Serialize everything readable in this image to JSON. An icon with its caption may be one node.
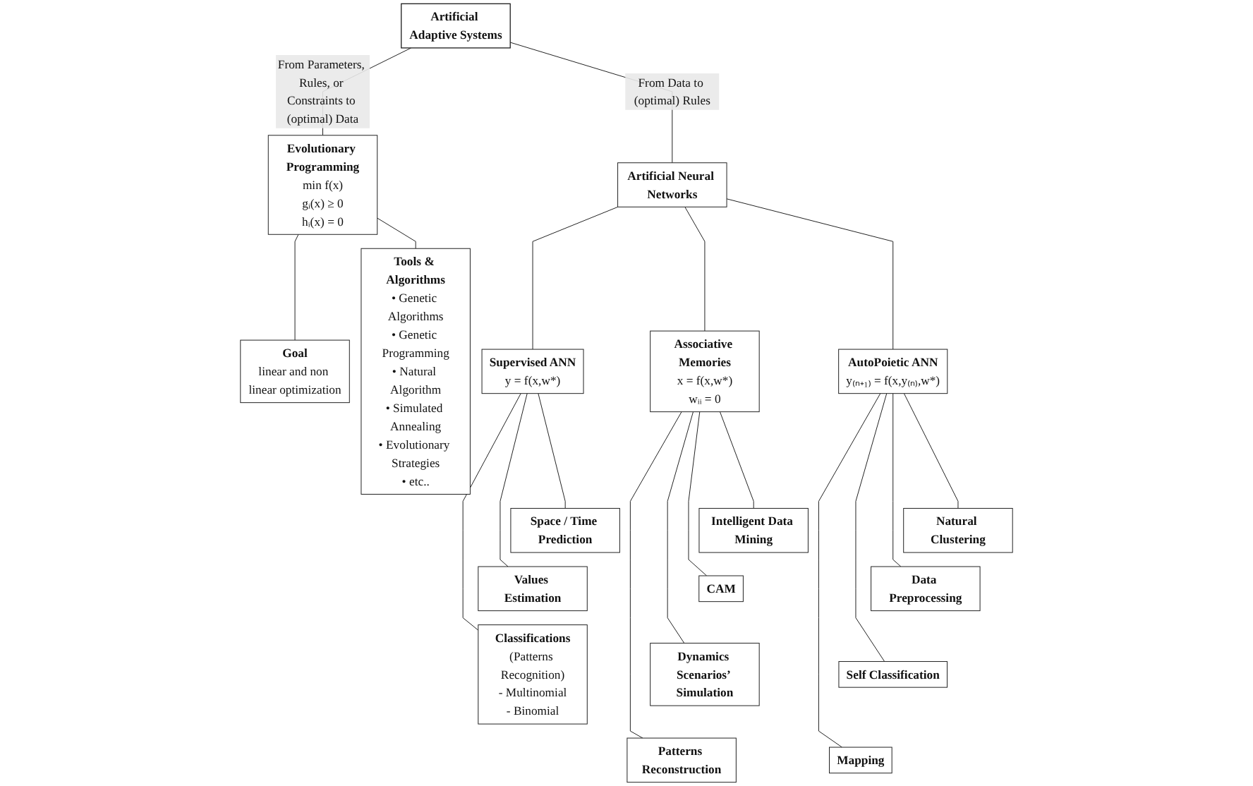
{
  "diagram": {
    "nodes": [
      {
        "text": [
          "Artificial Adaptive Systems"
        ]
      },
      {
        "text": [
          "Evolutionary Programming",
          "min f(x)",
          "gᵢ(x) ≥ 0",
          "hᵢ(x) = 0"
        ]
      },
      {
        "text": [
          "Artificial Neural Networks"
        ]
      },
      {
        "text": [
          "Goal",
          "linear and non linear optimization"
        ]
      },
      {
        "text": [
          "Tools & Algorithms",
          "• Genetic Algorithms",
          "• Genetic Programming",
          "• Natural Algorithm",
          "• Simulated Annealing",
          "• Evolutionary Strategies",
          "• etc.."
        ]
      },
      {
        "text": [
          "Supervised ANN",
          "y = f(x,w*)"
        ]
      },
      {
        "text": [
          "Associative Memories",
          "x = f(x,w*)",
          "wᵢᵢ = 0"
        ]
      },
      {
        "text": [
          "AutoPoietic ANN",
          "y₍ₙ₊₁₎ = f(x,y₍ₙ₎,w*)"
        ]
      },
      {
        "text": [
          "Space / Time Prediction"
        ]
      },
      {
        "text": [
          "Values Estimation"
        ]
      },
      {
        "text": [
          "Classifications",
          "(Patterns Recognition)",
          "- Multinomial",
          "- Binomial"
        ]
      },
      {
        "text": [
          "Intelligent Data Mining"
        ]
      },
      {
        "text": [
          "CAM"
        ]
      },
      {
        "text": [
          "Dynamics Scenarios’ Simulation"
        ]
      },
      {
        "text": [
          "Patterns Reconstruction"
        ]
      },
      {
        "text": [
          "Natural Clustering"
        ]
      },
      {
        "text": [
          "Data Preprocessing"
        ]
      },
      {
        "text": [
          "Self Classification"
        ]
      },
      {
        "text": [
          "Mapping"
        ]
      }
    ],
    "edges": [
      {
        "from": 0,
        "to": 1,
        "arrow": "none",
        "label": "From Parameters, Rules, or Constraints to (optimal) Data"
      },
      {
        "from": 0,
        "to": 2,
        "arrow": "none",
        "label": "From Data to (optimal) Rules"
      },
      {
        "from": 1,
        "to": 3,
        "arrow": "none"
      },
      {
        "from": 1,
        "to": 4,
        "arrow": "none"
      },
      {
        "from": 2,
        "to": 5,
        "arrow": "none"
      },
      {
        "from": 2,
        "to": 6,
        "arrow": "none"
      },
      {
        "from": 2,
        "to": 7,
        "arrow": "none"
      },
      {
        "from": 5,
        "to": 8,
        "arrow": "none"
      },
      {
        "from": 5,
        "to": 9,
        "arrow": "none"
      },
      {
        "from": 5,
        "to": 10,
        "arrow": "none"
      },
      {
        "from": 6,
        "to": 11,
        "arrow": "none"
      },
      {
        "from": 6,
        "to": 12,
        "arrow": "none"
      },
      {
        "from": 6,
        "to": 13,
        "arrow": "none"
      },
      {
        "from": 6,
        "to": 14,
        "arrow": "none"
      },
      {
        "from": 7,
        "to": 15,
        "arrow": "none"
      },
      {
        "from": 7,
        "to": 16,
        "arrow": "none"
      },
      {
        "from": 7,
        "to": 17,
        "arrow": "none"
      },
      {
        "from": 7,
        "to": 18,
        "arrow": "none"
      }
    ]
  }
}
